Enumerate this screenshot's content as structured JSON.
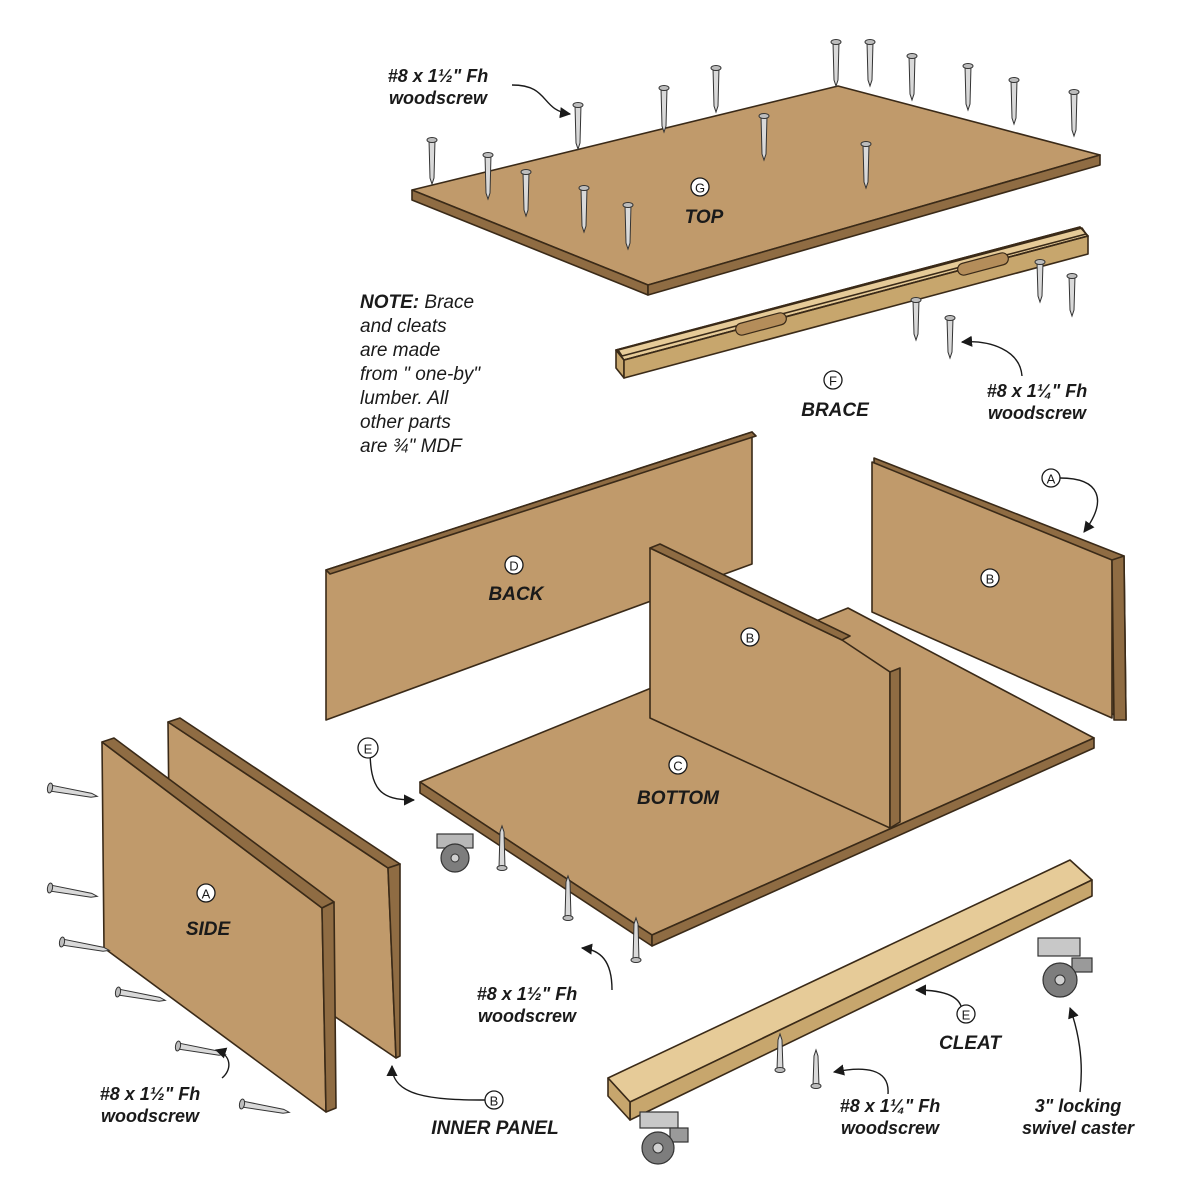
{
  "colors": {
    "mdf_face": "#c09a6b",
    "mdf_edge": "#8f6c43",
    "mdf_dark": "#7a5a36",
    "lumber_face": "#e6cb98",
    "lumber_edge": "#c7a66d",
    "outline": "#3a2a18",
    "screw": "#d9d9d9",
    "caster": "#9a9a9a"
  },
  "parts": {
    "top": {
      "letter": "G",
      "name": "TOP"
    },
    "brace": {
      "letter": "F",
      "name": "BRACE"
    },
    "back": {
      "letter": "D",
      "name": "BACK"
    },
    "bottom": {
      "letter": "C",
      "name": "BOTTOM"
    },
    "side": {
      "letter": "A",
      "name": "SIDE"
    },
    "inner_panel": {
      "letter": "B",
      "name": "INNER PANEL"
    },
    "cleat": {
      "letter": "E",
      "name": "CLEAT"
    },
    "divider_b": {
      "letter": "B"
    },
    "right_inner_b": {
      "letter": "B"
    },
    "right_side_a": {
      "letter": "A"
    },
    "bottom_cleat_e": {
      "letter": "E"
    }
  },
  "callouts": {
    "top_screw": [
      "#8 x 1½\" Fh",
      "woodscrew"
    ],
    "brace_screw": [
      "#8 x 1¼\" Fh",
      "woodscrew"
    ],
    "bottom_screw": [
      "#8 x 1½\" Fh",
      "woodscrew"
    ],
    "side_screw": [
      "#8 x 1½\" Fh",
      "woodscrew"
    ],
    "cleat_screw": [
      "#8 x 1¼\" Fh",
      "woodscrew"
    ],
    "caster": [
      "3\" locking",
      "swivel caster"
    ]
  },
  "note": {
    "prefix": "NOTE:",
    "lines": [
      "Brace",
      "and cleats",
      "are made",
      "from \" one-by\"",
      "lumber. All",
      "other parts",
      "are ¾\" MDF"
    ]
  }
}
